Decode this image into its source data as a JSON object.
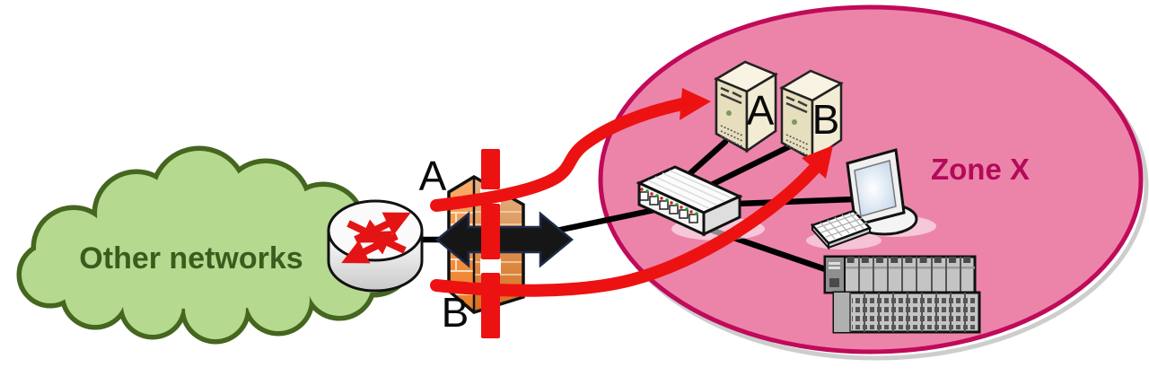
{
  "labels": {
    "cloud": "Other networks",
    "zone": "Zone X",
    "conduit_a": "A",
    "conduit_b": "B",
    "server_a": "A",
    "server_b": "B"
  },
  "nodes": [
    {
      "id": "other-networks",
      "type": "cloud",
      "label": "Other networks"
    },
    {
      "id": "router",
      "type": "router-icon"
    },
    {
      "id": "firewall",
      "type": "firewall-icon",
      "blocked": true
    },
    {
      "id": "switch",
      "type": "switch-icon"
    },
    {
      "id": "server-a",
      "type": "server-icon",
      "label": "A"
    },
    {
      "id": "server-b",
      "type": "server-icon",
      "label": "B"
    },
    {
      "id": "workstation",
      "type": "workstation-icon"
    },
    {
      "id": "keyboard",
      "type": "keyboard-icon"
    },
    {
      "id": "plc",
      "type": "plc-icon"
    },
    {
      "id": "zone-x",
      "type": "zone-ellipse",
      "label": "Zone X"
    }
  ],
  "links": [
    [
      "other-networks",
      "router"
    ],
    [
      "router",
      "firewall"
    ],
    [
      "firewall",
      "switch"
    ],
    [
      "switch",
      "server-a"
    ],
    [
      "switch",
      "server-b"
    ],
    [
      "switch",
      "workstation"
    ],
    [
      "switch",
      "plc"
    ]
  ],
  "conduits": [
    {
      "label": "A",
      "from": "outside-firewall",
      "to": "server-a",
      "style": "red-arrow-bypassing-firewall"
    },
    {
      "label": "B",
      "from": "outside-firewall",
      "to": "server-b",
      "style": "red-arrow-bypassing-firewall"
    }
  ],
  "colors": {
    "cloud_fill": "#b5d98f",
    "cloud_stroke": "#44661f",
    "cloud_text": "#3a5c1d",
    "zone_fill": "#ec84aa",
    "zone_stroke": "#c00a5a",
    "zone_text": "#b30a5a",
    "blocked_red": "#ec1212",
    "firewall_orange": "#f08a3e",
    "link_black": "#000000",
    "traffic_arrow_black": "#161616"
  }
}
